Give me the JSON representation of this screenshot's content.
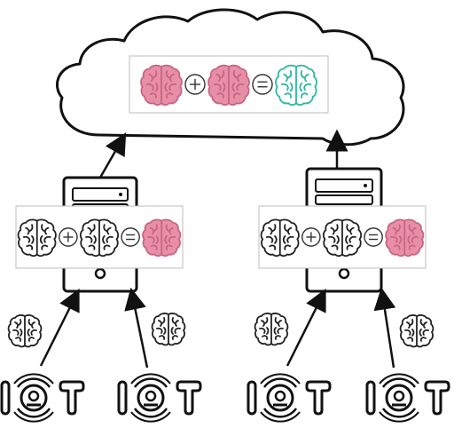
{
  "diagram": {
    "iot_label": "IOT",
    "colors": {
      "outline": "#111111",
      "brain_outline": "#222222",
      "brain_pink": "#e88fa8",
      "brain_pink_dark": "#c96582",
      "brain_teal": "#2bb8a0",
      "panel_border": "#bdbdbd",
      "panel_fill": "#ffffff",
      "cloud_fill": "#ffffff"
    },
    "icons": {
      "cloud": "cloud-icon",
      "server": "server-icon",
      "brain": "brain-icon",
      "plus": "plus-circle-icon",
      "equals": "equals-circle-icon",
      "iot": "iot-device-icon",
      "arrow": "arrow-icon"
    },
    "devices": [
      {
        "id": "iot-1",
        "model": "local-model"
      },
      {
        "id": "iot-2",
        "model": "local-model"
      },
      {
        "id": "iot-3",
        "model": "local-model"
      },
      {
        "id": "iot-4",
        "model": "local-model"
      }
    ],
    "servers": [
      {
        "id": "server-left",
        "aggregation": [
          "brain-outline",
          "plus",
          "brain-outline",
          "equals",
          "brain-pink"
        ]
      },
      {
        "id": "server-right",
        "aggregation": [
          "brain-outline",
          "plus",
          "brain-outline",
          "equals",
          "brain-pink"
        ]
      }
    ],
    "cloud": {
      "aggregation": [
        "brain-pink",
        "plus",
        "brain-pink",
        "equals",
        "brain-teal"
      ]
    }
  }
}
